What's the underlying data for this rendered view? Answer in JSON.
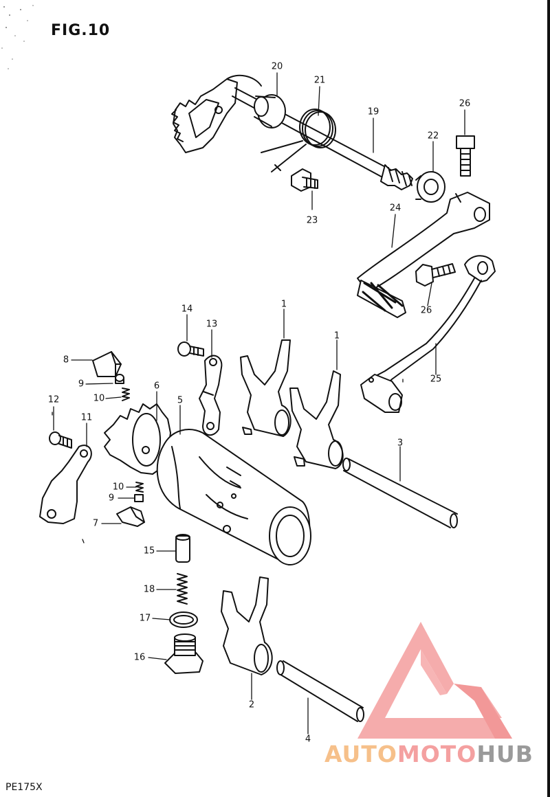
{
  "figure": {
    "title": "FIG.10",
    "model": "PE175X"
  },
  "callouts": [
    {
      "id": "c20",
      "text": "20"
    },
    {
      "id": "c21",
      "text": "21"
    },
    {
      "id": "c19",
      "text": "19"
    },
    {
      "id": "c26a",
      "text": "26"
    },
    {
      "id": "c22",
      "text": "22"
    },
    {
      "id": "c23",
      "text": "23"
    },
    {
      "id": "c24",
      "text": "24"
    },
    {
      "id": "c26b",
      "text": "26"
    },
    {
      "id": "c25",
      "text": "25"
    },
    {
      "id": "c14",
      "text": "14"
    },
    {
      "id": "c13",
      "text": "13"
    },
    {
      "id": "c1a",
      "text": "1"
    },
    {
      "id": "c1b",
      "text": "1"
    },
    {
      "id": "c8",
      "text": "8"
    },
    {
      "id": "c9a",
      "text": "9"
    },
    {
      "id": "c10a",
      "text": "10"
    },
    {
      "id": "c6",
      "text": "6"
    },
    {
      "id": "c5",
      "text": "5"
    },
    {
      "id": "c12",
      "text": "12"
    },
    {
      "id": "c11",
      "text": "11"
    },
    {
      "id": "c3",
      "text": "3"
    },
    {
      "id": "c10b",
      "text": "10"
    },
    {
      "id": "c9b",
      "text": "9"
    },
    {
      "id": "c7",
      "text": "7"
    },
    {
      "id": "c15",
      "text": "15"
    },
    {
      "id": "c18",
      "text": "18"
    },
    {
      "id": "c17",
      "text": "17"
    },
    {
      "id": "c16",
      "text": "16"
    },
    {
      "id": "c2",
      "text": "2"
    },
    {
      "id": "c4",
      "text": "4"
    }
  ],
  "watermark": {
    "part1": "AUTO",
    "part2": "MOTO",
    "part3": "HUB",
    "colors": {
      "auto": "#f6c08a",
      "moto": "#f4a0a0",
      "hub": "#9a9a9a",
      "logo": "#f08a8a"
    }
  }
}
